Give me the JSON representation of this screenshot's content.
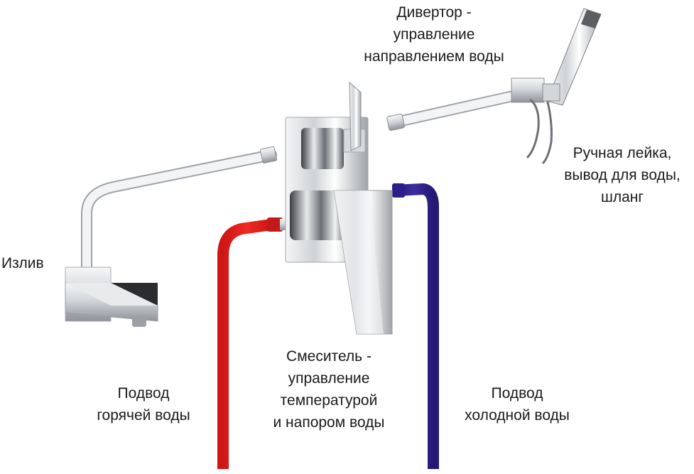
{
  "labels": {
    "diverter": {
      "lines": [
        "Дивертор -",
        "управление",
        "направлением воды"
      ]
    },
    "hand_shower": {
      "lines": [
        "Ручная лейка,",
        "вывод для воды,",
        "шланг"
      ]
    },
    "spout": {
      "lines": [
        "Излив"
      ]
    },
    "hot_supply": {
      "lines": [
        "Подвод",
        "горячей воды"
      ]
    },
    "mixer": {
      "lines": [
        "Смеситель -",
        "управление",
        "температурой",
        "и напором воды"
      ]
    },
    "cold_supply": {
      "lines": [
        "Подвод",
        "холодной воды"
      ]
    }
  },
  "colors": {
    "hot_pipe": "#e01e1e",
    "cold_pipe": "#2b1f8a",
    "chrome": "#c9ccd0",
    "text": "#1a1a1a"
  }
}
